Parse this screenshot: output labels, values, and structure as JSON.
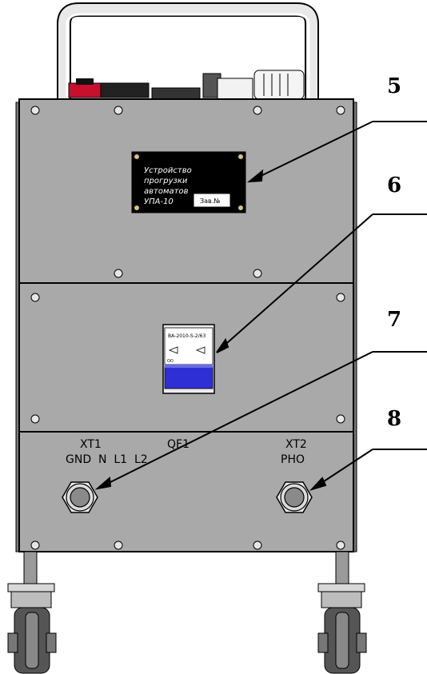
{
  "callouts": {
    "c5": "5",
    "c6": "6",
    "c7": "7",
    "c8": "8"
  },
  "nameplate": {
    "line1": "Устройство",
    "line2": "прогрузки",
    "line3": "автоматов",
    "line4": "УПА-10",
    "serial_label": "Зав.№"
  },
  "breaker": {
    "model": "ВА-2010-S-2/63",
    "marking": "OO"
  },
  "panel_labels": {
    "xt1": "XT1",
    "xt1_pins": "GND  N  L1  L2",
    "qf1": "QF1",
    "xt2": "XT2",
    "xt2_pins": "PHO"
  },
  "colors": {
    "panel_gray": "#a9a9a9",
    "outline": "#000000",
    "breaker_blue": "#2f2fd6",
    "nameplate_black": "#000000"
  }
}
